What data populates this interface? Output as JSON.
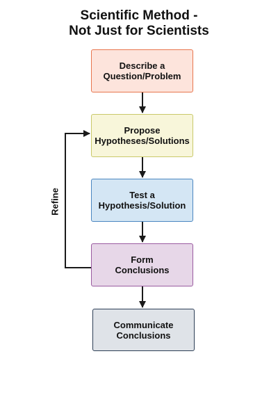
{
  "title": {
    "line1": "Scientific Method -",
    "line2": "Not Just for Scientists"
  },
  "steps": [
    {
      "id": "describe",
      "label": "Describe a\nQuestion/Problem",
      "fill": "#fde4dc",
      "border": "#e8754d"
    },
    {
      "id": "propose",
      "label": "Propose\nHypotheses/Solutions",
      "fill": "#f8f6da",
      "border": "#c9c96a"
    },
    {
      "id": "test",
      "label": "Test a\nHypothesis/Solution",
      "fill": "#d4e6f4",
      "border": "#4a86c0"
    },
    {
      "id": "form",
      "label": "Form\nConclusions",
      "fill": "#e7d7e8",
      "border": "#9a5aa0"
    },
    {
      "id": "communicate",
      "label": "Communicate\nConclusions",
      "fill": "#dfe3e8",
      "border": "#2c3e55"
    }
  ],
  "loop": {
    "label": "Refine"
  },
  "colors": {
    "arrow": "#1a1a1a"
  }
}
